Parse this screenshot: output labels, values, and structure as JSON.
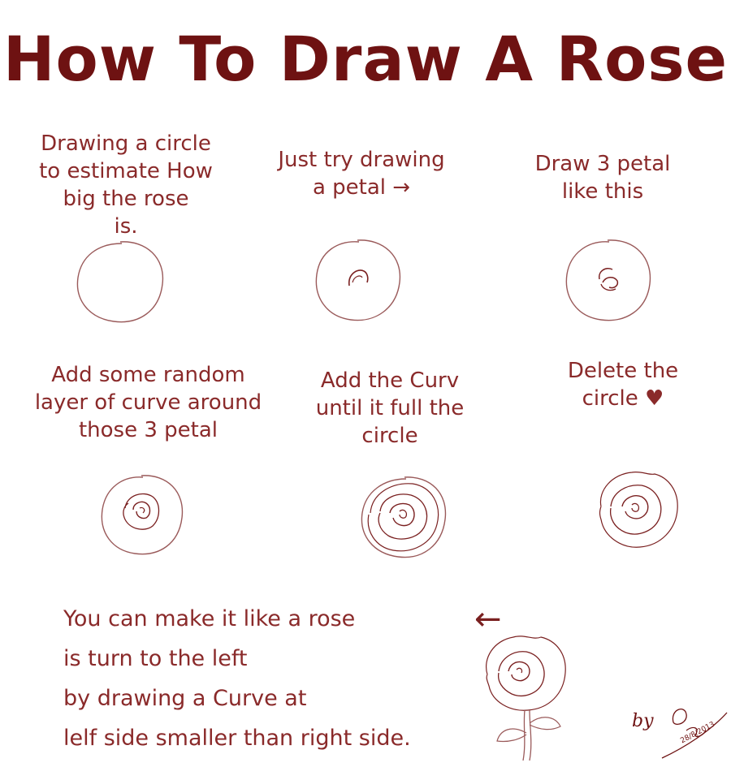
{
  "title": "How To Draw A Rose",
  "steps": [
    {
      "lines": [
        "Drawing a circle",
        "to estimate How",
        "big the rose",
        "is."
      ]
    },
    {
      "lines": [
        "Just try drawing",
        "a petal →"
      ]
    },
    {
      "lines": [
        "Draw 3 petal",
        "like this"
      ]
    },
    {
      "lines": [
        "Add some random",
        "layer of curve around",
        "those 3 petal"
      ]
    },
    {
      "lines": [
        "Add the Curv",
        "until it full the",
        "circle"
      ]
    },
    {
      "lines": [
        "Delete the",
        "circle ♥"
      ]
    }
  ],
  "bottom_lines": [
    "You can make it like a rose",
    "is turn to the left",
    "by drawing a Curve at",
    "lelf side smaller than right side."
  ],
  "arrow_glyph": "←",
  "signature": "by",
  "signature_date": "28/8/2013",
  "colors": {
    "ink": "#7a2020",
    "title": "#6e1212",
    "sketch": "#9a5a5a"
  }
}
